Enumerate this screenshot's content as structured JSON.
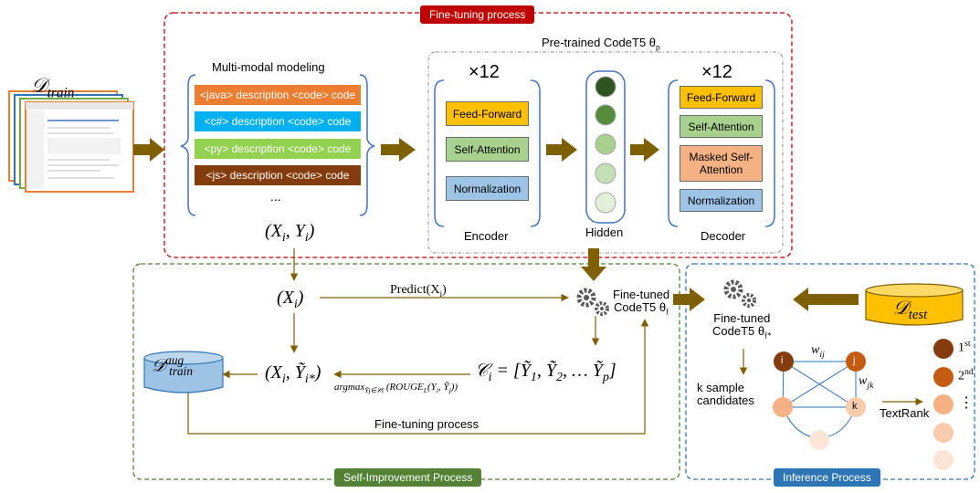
{
  "sections": {
    "fine_tuning": "Fine-tuning process",
    "self_improvement": "Self-Improvement Process",
    "inference": "Inference Process"
  },
  "train_label": "𝒟",
  "train_sub": "train",
  "multimodal": {
    "title": "Multi-modal modeling",
    "items": [
      "<java> description <code> code",
      "<c#> description <code> code",
      "<py> description <code> code",
      "<js> description <code> code"
    ],
    "ellipsis": "...",
    "pair": "(X",
    "pair_i": "i",
    "pair_y": ", Y",
    "pair_close": ")"
  },
  "codet5": {
    "title": "Pre-trained CodeT5 θ",
    "title_sub": "p",
    "encoder": {
      "repeat": "×12",
      "blocks": [
        "Feed-Forward",
        "Self-Attention",
        "Normalization"
      ],
      "label": "Encoder"
    },
    "hidden": {
      "label": "Hidden",
      "circle_colors": [
        "#2f5422",
        "#548c3c",
        "#a9d18e",
        "#c5e0b4",
        "#e2f0d9"
      ]
    },
    "decoder": {
      "repeat": "×12",
      "blocks": [
        "Feed-Forward",
        "Self-Attention",
        "Masked Self-Attention",
        "Normalization"
      ],
      "label": "Decoder"
    }
  },
  "self_improvement": {
    "xi": "(X",
    "xi_sub": "i",
    "predict": "Predict(X",
    "predict_sub": "i",
    "finetuned": "Fine-tuned",
    "codet5_f": "CodeT5 θ",
    "codet5_f_sub": "f",
    "candidates": "𝒞",
    "candidates_eq": " = [Ỹ",
    "candidates_list": ", Ỹ",
    "candidates_end": ", … Ỹ",
    "aug_data": "𝒟",
    "aug_sup": "aug",
    "aug_sub": "train",
    "best_pair": "(X",
    "best_mid": ", Ỹ",
    "best_sub": "i*",
    "argmax": "argmax",
    "argmax_cond": "Ỹ",
    "rouge": "(ROUGE",
    "rouge_sub": "L",
    "rouge_args": "(Y",
    "rouge_rest": ", Ỹ",
    "finetune_loop": "Fine-tuning process"
  },
  "inference": {
    "finetuned": "Fine-tuned",
    "codet5": "CodeT5 θ",
    "codet5_sub": "f*",
    "test_data": "𝒟",
    "test_sub": "test",
    "k_sample": "k sample",
    "k_candidates": "candidates",
    "node_i": "i",
    "node_j": "j",
    "node_k": "k",
    "w_ij": "w",
    "w_ij_sub": "ij",
    "w_jk": "w",
    "w_jk_sub": "jk",
    "textrank": "TextRank",
    "rank_1": "1",
    "rank_1_sup": "st",
    "rank_2": "2",
    "rank_2_sup": "nd",
    "rank_dots": "⋮"
  },
  "colors": {
    "red_dash": "#c00000",
    "green_dash": "#548235",
    "blue_dash": "#2e75b6",
    "arrow": "#7f6000",
    "java": "#ed7d31",
    "csharp": "#00b0f0",
    "py": "#92d050",
    "js": "#843c0c",
    "feed_forward": "#ffc000",
    "self_attention": "#a9d18e",
    "masked": "#f4b183",
    "normalization": "#9dc3e6",
    "db_yellow": "#ffc000",
    "db_blue": "#9dc3e6"
  }
}
